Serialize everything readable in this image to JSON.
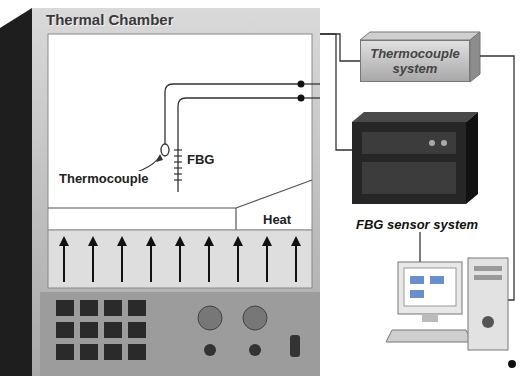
{
  "diagram": {
    "nodes": [
      {
        "text": [
          "Thermal Chamber"
        ]
      },
      {
        "text": [
          "Thermocouple system"
        ]
      },
      {
        "text": [
          "FBG sensor system"
        ]
      }
    ],
    "edges": [
      {
        "from": 0,
        "to": 1,
        "arrow": "none"
      },
      {
        "from": 0,
        "to": 2,
        "arrow": "none"
      }
    ],
    "labels": [
      "FBG",
      "Thermocouple",
      "Heat"
    ]
  }
}
